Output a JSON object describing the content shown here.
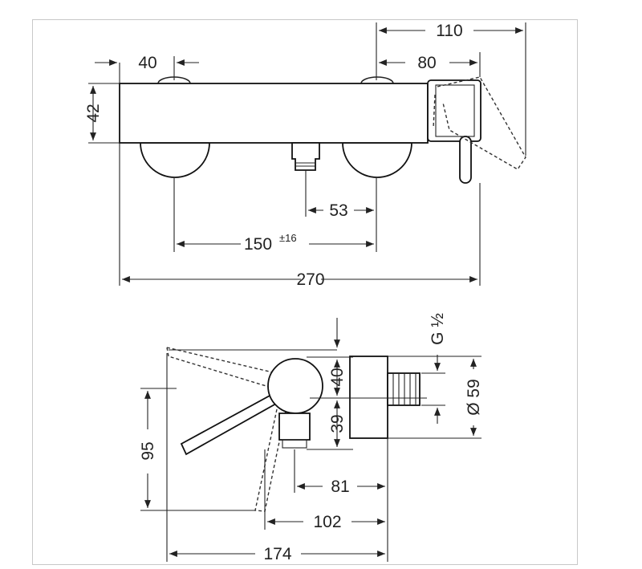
{
  "top_view": {
    "dim_width": "270",
    "dim_wall_connector_spacing": "150",
    "dim_wall_connector_tolerance": "±16",
    "dim_outlet_offset": "53",
    "dim_connector_width": "40",
    "dim_height": "42",
    "dim_handle_width": "80",
    "dim_handle_reach": "110"
  },
  "side_view": {
    "dim_body_to_axis": "40",
    "dim_axis_to_outlet": "39",
    "dim_thread": "G ½",
    "dim_diameter": "Ø 59",
    "dim_lever_height": "95",
    "dim_81": "81",
    "dim_102": "102",
    "dim_174": "174"
  }
}
